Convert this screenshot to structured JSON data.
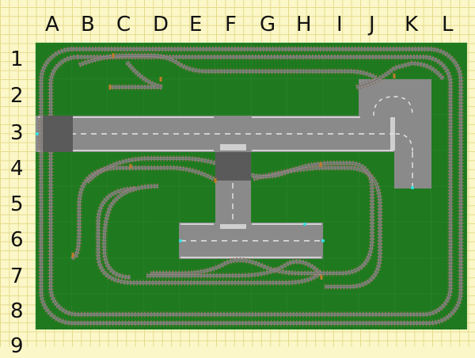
{
  "grid": {
    "columns": [
      "A",
      "B",
      "C",
      "D",
      "E",
      "F",
      "G",
      "H",
      "I",
      "J",
      "K",
      "L"
    ],
    "rows": [
      "1",
      "2",
      "3",
      "4",
      "5",
      "6",
      "7",
      "8",
      "9"
    ]
  },
  "colors": {
    "baseplate": "#1f7a1f",
    "road": "#8a8a8a",
    "road_line": "#e8e8e8",
    "rail": "#6f6f6f",
    "sleeper": "#8a6a5a",
    "grid_line": "#e6dc8c",
    "paper": "#fbf7c8",
    "marker": "#33e0e0",
    "signal": "#c07a2a"
  }
}
